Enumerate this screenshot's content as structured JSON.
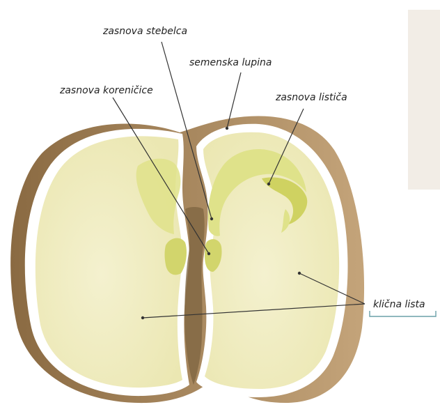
{
  "labels": {
    "stem_primordium": "zasnova stebelca",
    "seed_coat": "semenska lupina",
    "radicle_primordium": "zasnova koreničice",
    "leaf_primordium": "zasnova lističa",
    "cotyledons": "klična lista"
  },
  "colors": {
    "seed_coat": "#a8865a",
    "cotyledon": "#f2efc6",
    "embryo": "#dfe28a",
    "rim": "#ffffff",
    "leader_line": "#333333"
  }
}
